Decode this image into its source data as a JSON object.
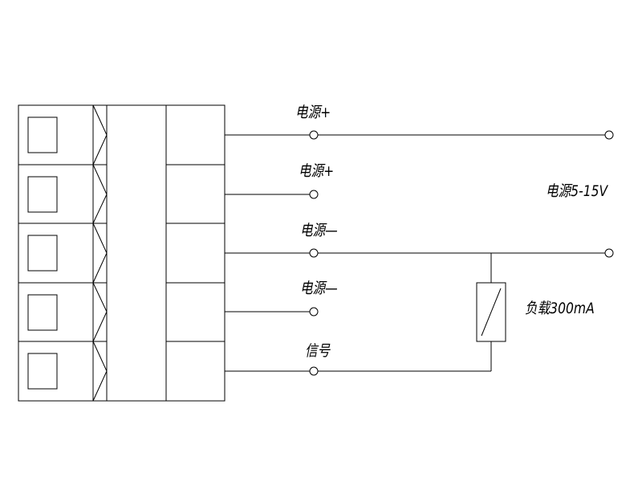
{
  "terminals": [
    {
      "label": "电源+"
    },
    {
      "label": "电源+"
    },
    {
      "label": "电源—"
    },
    {
      "label": "电源—"
    },
    {
      "label": "信号"
    }
  ],
  "supply": {
    "label": "电源5-15V"
  },
  "load": {
    "label": "负载300mA"
  },
  "colors": {
    "stroke": "#000000",
    "background": "#ffffff"
  }
}
